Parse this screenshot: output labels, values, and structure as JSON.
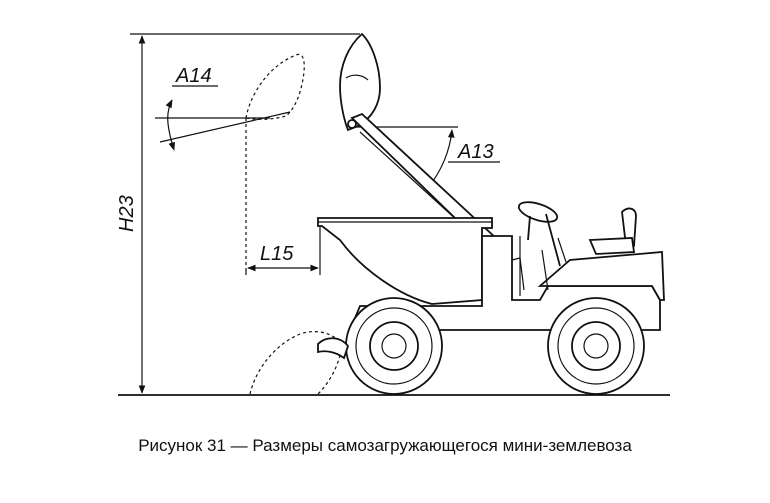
{
  "labels": {
    "h23": "H23",
    "a14": "A14",
    "a13": "A13",
    "l15": "L15"
  },
  "caption": "Рисунок 31 — Размеры самозагружающегося мини-землевоза",
  "colors": {
    "line": "#111111",
    "background": "#ffffff"
  }
}
